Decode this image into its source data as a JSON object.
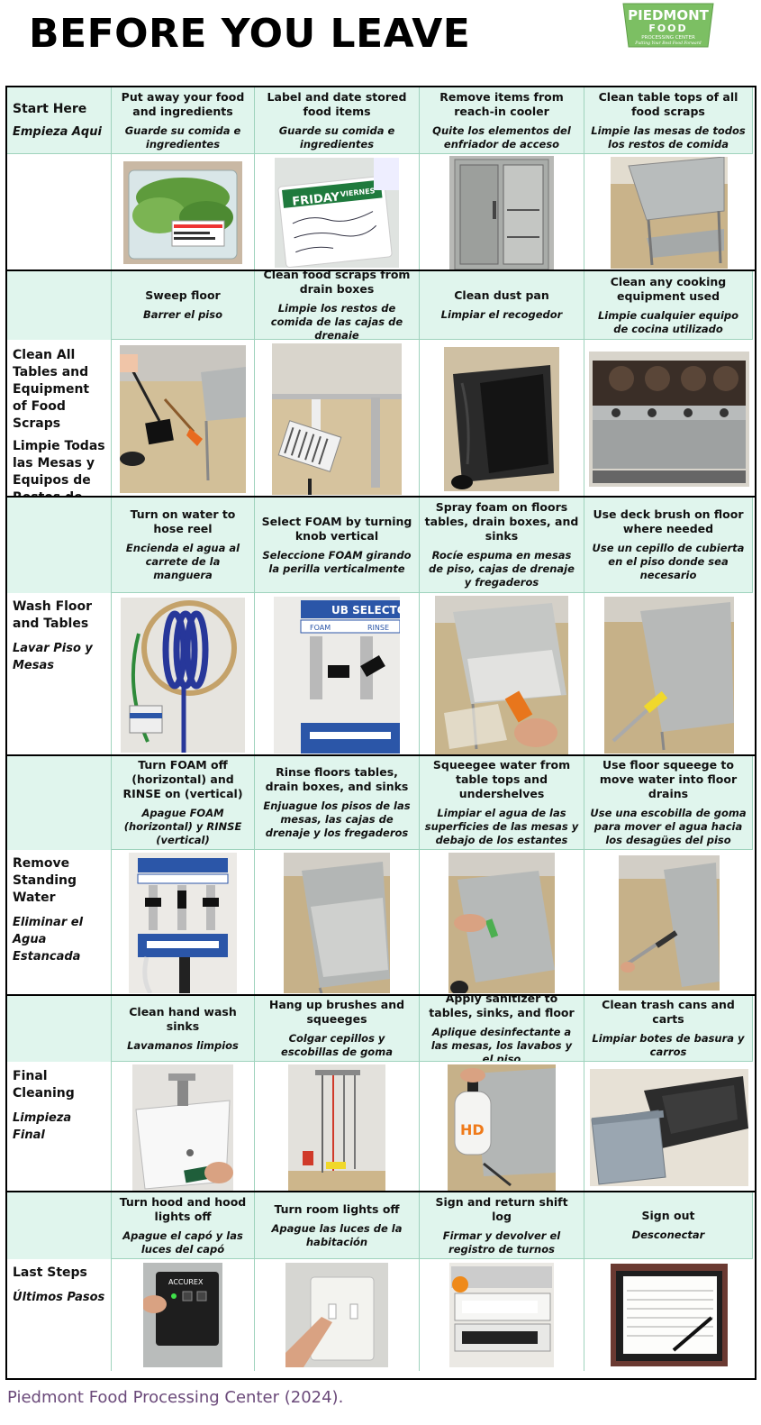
{
  "title": "BEFORE YOU LEAVE",
  "logo": {
    "line1": "PIEDMONT",
    "line2": "FOOD",
    "line3": "PROCESSING CENTER",
    "tagline": "Putting Your Best Food Forward",
    "color": "#7cbf63"
  },
  "colors": {
    "header_bg": "#e0f5ed",
    "grid_line": "#9fd3bd",
    "footer_text": "#6b4a7a"
  },
  "sections": [
    {
      "label_en": "Start Here",
      "label_es": "Empieza Aqui",
      "steps": [
        {
          "en": "Put away your food and ingredients",
          "es": "Guarde su comida e ingredientes",
          "photo": "salad-container-photo"
        },
        {
          "en": "Label and date stored food items",
          "es": "Guarde su comida e ingredientes",
          "photo": "food-label-photo"
        },
        {
          "en": "Remove items from reach-in cooler",
          "es": "Quite los elementos del enfriador de acceso",
          "photo": "reach-in-cooler-photo"
        },
        {
          "en": "Clean table tops of all food scraps",
          "es": "Limpie las mesas de todos los restos de comida",
          "photo": "steel-table-photo"
        }
      ]
    },
    {
      "label_en": "Clean All Tables and Equipment of Food Scraps",
      "label_es": "Limpie Todas las Mesas y Equipos de Restos de Comida",
      "steps": [
        {
          "en": "Sweep floor",
          "es": "Barrer el piso",
          "photo": "sweeping-floor-photo"
        },
        {
          "en": "Clean food scraps from drain boxes",
          "es": "Limpie los restos de comida de las cajas de drenaje",
          "photo": "drain-box-photo"
        },
        {
          "en": "Clean dust pan",
          "es": "Limpiar el recogedor",
          "photo": "dust-pan-photo"
        },
        {
          "en": "Clean any cooking equipment used",
          "es": "Limpie cualquier equipo de cocina utilizado",
          "photo": "stove-range-photo"
        }
      ]
    },
    {
      "label_en": "Wash Floor and Tables",
      "label_es": "Lavar Piso y Mesas",
      "steps": [
        {
          "en": "Turn on water to hose reel",
          "es": "Encienda el agua al carrete de la manguera",
          "photo": "hose-reel-photo"
        },
        {
          "en": "Select FOAM by turning knob vertical",
          "es": "Seleccione FOAM girando la perilla verticalmente",
          "photo": "foam-selector-photo"
        },
        {
          "en": "Spray foam on floors tables, drain boxes, and sinks",
          "es": "Rocíe espuma en mesas de piso, cajas de drenaje y fregaderos",
          "photo": "spraying-foam-photo"
        },
        {
          "en": "Use deck brush on floor where needed",
          "es": "Use un cepillo de cubierta en el piso donde sea necesario",
          "photo": "deck-brush-photo"
        }
      ]
    },
    {
      "label_en": "Remove Standing Water",
      "label_es": "Eliminar el Agua Estancada",
      "steps": [
        {
          "en": "Turn FOAM off (horizontal) and RINSE on (vertical)",
          "es": "Apague FOAM (horizontal) y RINSE (vertical)",
          "photo": "rinse-selector-photo"
        },
        {
          "en": "Rinse floors tables, drain boxes, and sinks",
          "es": "Enjuague los pisos de las mesas, las cajas de drenaje y los fregaderos",
          "photo": "rinsed-table-photo"
        },
        {
          "en": "Squeegee water from table tops and undershelves",
          "es": "Limpiar el agua de las superficies de las mesas y debajo de los estantes",
          "photo": "table-squeegee-photo"
        },
        {
          "en": "Use floor squeege to move water into floor drains",
          "es": "Use una escobilla de goma para mover el agua hacia los desagües del piso",
          "photo": "floor-squeegee-photo"
        }
      ]
    },
    {
      "label_en": "Final Cleaning",
      "label_es": "Limpieza Final",
      "steps": [
        {
          "en": "Clean hand wash sinks",
          "es": "Lavamanos limpios",
          "photo": "hand-sink-photo"
        },
        {
          "en": "Hang up brushes and squeeges",
          "es": "Colgar cepillos y escobillas de goma",
          "photo": "hanging-brushes-photo"
        },
        {
          "en": "Apply sanitizer to tables, sinks, and floor",
          "es": "Aplique desinfectante a las mesas, los lavabos y el piso",
          "photo": "sanitizer-sprayer-photo"
        },
        {
          "en": "Clean trash cans and carts",
          "es": "Limpiar botes de basura y carros",
          "photo": "trash-cart-photo"
        }
      ]
    },
    {
      "label_en": "Last Steps",
      "label_es": "Últimos Pasos",
      "steps": [
        {
          "en": "Turn hood and hood lights off",
          "es": "Apague el capó y las luces del capó",
          "photo": "hood-control-photo"
        },
        {
          "en": "Turn room lights off",
          "es": "Apague las luces de la habitación",
          "photo": "light-switch-photo"
        },
        {
          "en": "Sign and return shift log",
          "es": "Firmar y devolver el registro de turnos",
          "photo": "shift-log-tray-photo"
        },
        {
          "en": "Sign out",
          "es": "Desconectar",
          "photo": "sign-out-sheet-photo"
        }
      ]
    }
  ],
  "photo_labels": {
    "food_label_day_en": "FRIDAY",
    "food_label_day_es": "VIERNES",
    "selector_brand": "UB SELECTO",
    "selector_foam": "FOAM",
    "selector_rinse": "RINSE",
    "stamp_brand": "ACCUREX",
    "sprayer_brand": "HD"
  },
  "footer": "Piedmont Food Processing Center (2024)."
}
